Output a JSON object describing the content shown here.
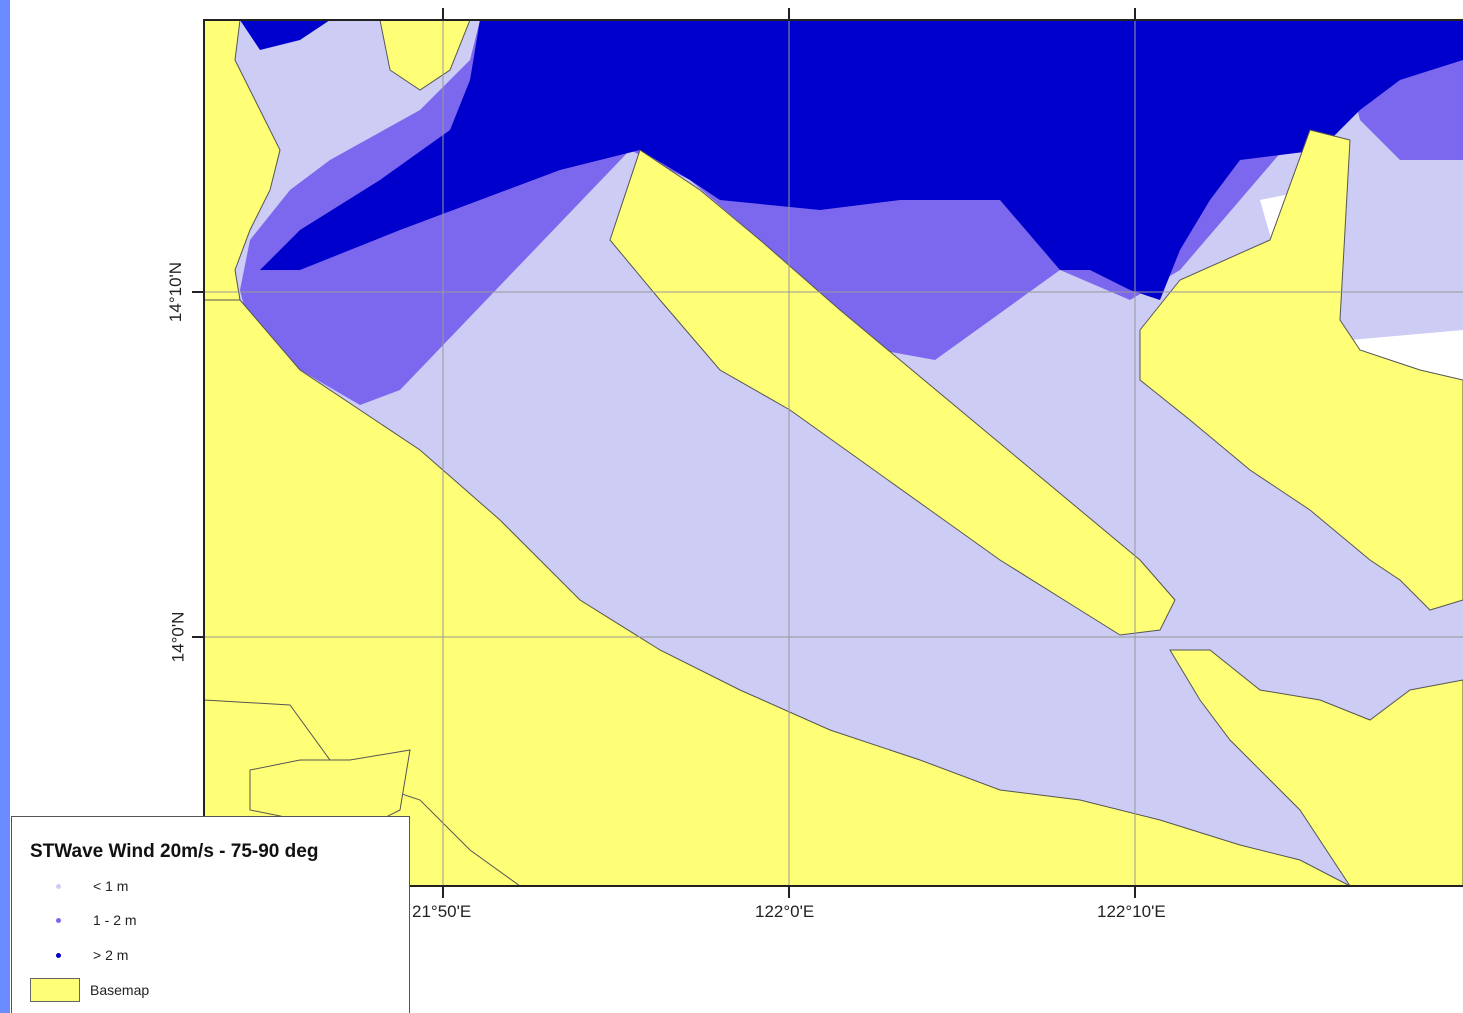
{
  "map": {
    "colors": {
      "basemap": "#ffff77",
      "under_1m": "#ccccf5",
      "between_1_2m": "#7b68ee",
      "over_2m": "#0000cd",
      "side_strip": "#6b8cff",
      "water_unclassified": "#ffffff"
    },
    "lat_labels": [
      "14°10'N",
      "14°0'N"
    ],
    "lon_labels": [
      "21°50'E",
      "122°0'E",
      "122°10'E"
    ]
  },
  "legend": {
    "title": "STWave Wind 20m/s - 75-90 deg",
    "items": [
      {
        "label": "< 1 m",
        "kind": "dot",
        "color": "#ccccf5"
      },
      {
        "label": "1 - 2 m",
        "kind": "dot",
        "color": "#7b68ee"
      },
      {
        "label": "> 2 m",
        "kind": "dot",
        "color": "#0000cd"
      },
      {
        "label": "Basemap",
        "kind": "swatch",
        "color": "#ffff77"
      }
    ]
  }
}
